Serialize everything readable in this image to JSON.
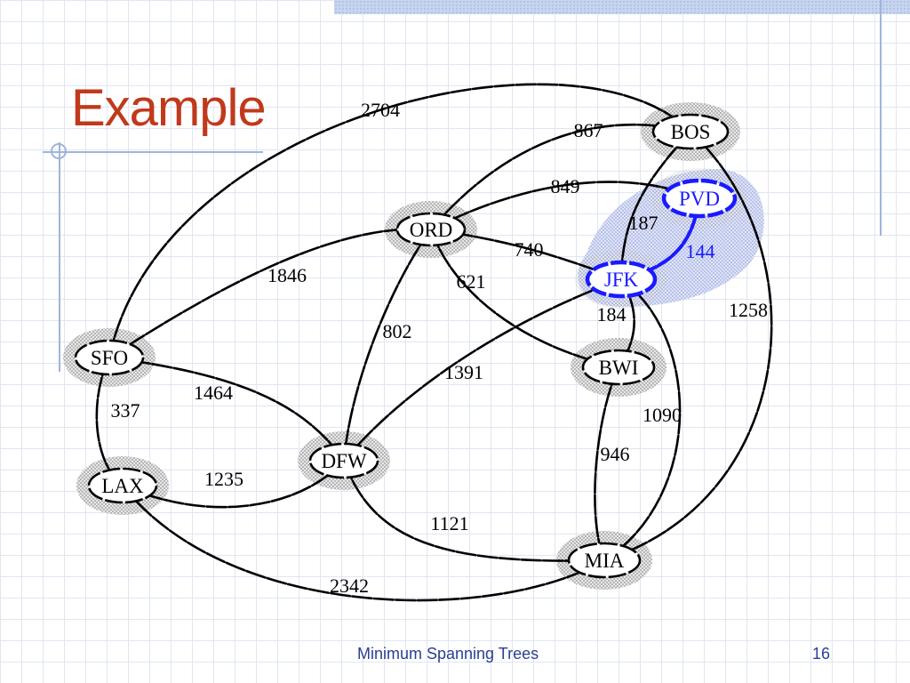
{
  "slide": {
    "title": "Example",
    "footer": "Minimum Spanning Trees",
    "page_number": "16"
  },
  "colors": {
    "title": "#c0391b",
    "edge": "#000000",
    "mst_edge": "#1a1aff",
    "footer": "#2a3f93",
    "cloud_highlight": "#b9c4ec"
  },
  "graph": {
    "nodes": [
      {
        "id": "BOS",
        "label": "BOS",
        "highlight": false
      },
      {
        "id": "PVD",
        "label": "PVD",
        "highlight": true
      },
      {
        "id": "ORD",
        "label": "ORD",
        "highlight": false
      },
      {
        "id": "JFK",
        "label": "JFK",
        "highlight": true
      },
      {
        "id": "SFO",
        "label": "SFO",
        "highlight": false
      },
      {
        "id": "BWI",
        "label": "BWI",
        "highlight": false
      },
      {
        "id": "DFW",
        "label": "DFW",
        "highlight": false
      },
      {
        "id": "LAX",
        "label": "LAX",
        "highlight": false
      },
      {
        "id": "MIA",
        "label": "MIA",
        "highlight": false
      }
    ],
    "edges": [
      {
        "from": "SFO",
        "to": "BOS",
        "weight": "2704",
        "in_tree": false
      },
      {
        "from": "ORD",
        "to": "BOS",
        "weight": "867",
        "in_tree": false
      },
      {
        "from": "ORD",
        "to": "PVD",
        "weight": "849",
        "in_tree": false
      },
      {
        "from": "JFK",
        "to": "BOS",
        "weight": "187",
        "in_tree": false
      },
      {
        "from": "PVD",
        "to": "JFK",
        "weight": "144",
        "in_tree": true
      },
      {
        "from": "ORD",
        "to": "JFK",
        "weight": "740",
        "in_tree": false
      },
      {
        "from": "ORD",
        "to": "BWI",
        "weight": "621",
        "in_tree": false
      },
      {
        "from": "SFO",
        "to": "ORD",
        "weight": "1846",
        "in_tree": false
      },
      {
        "from": "ORD",
        "to": "DFW",
        "weight": "802",
        "in_tree": false
      },
      {
        "from": "BOS",
        "to": "MIA",
        "weight": "1258",
        "in_tree": false
      },
      {
        "from": "JFK",
        "to": "BWI",
        "weight": "184",
        "in_tree": false
      },
      {
        "from": "DFW",
        "to": "JFK",
        "weight": "1391",
        "in_tree": false
      },
      {
        "from": "SFO",
        "to": "DFW",
        "weight": "1464",
        "in_tree": false
      },
      {
        "from": "SFO",
        "to": "LAX",
        "weight": "337",
        "in_tree": false
      },
      {
        "from": "JFK",
        "to": "MIA",
        "weight": "1090",
        "in_tree": false
      },
      {
        "from": "BWI",
        "to": "MIA",
        "weight": "946",
        "in_tree": false
      },
      {
        "from": "LAX",
        "to": "DFW",
        "weight": "1235",
        "in_tree": false
      },
      {
        "from": "DFW",
        "to": "MIA",
        "weight": "1121",
        "in_tree": false
      },
      {
        "from": "LAX",
        "to": "MIA",
        "weight": "2342",
        "in_tree": false
      }
    ]
  }
}
